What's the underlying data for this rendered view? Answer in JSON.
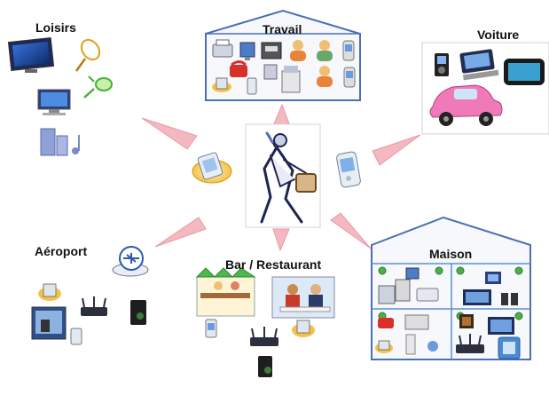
{
  "labels": {
    "loisirs": "Loisirs",
    "travail": "Travail",
    "voiture": "Voiture",
    "aeroport": "Aéroport",
    "bar": "Bar / Restaurant",
    "maison": "Maison"
  },
  "colors": {
    "arrow_fill": "#f4b8c0",
    "arrow_stroke": "#e79aa5",
    "house_stroke": "#4a6fb5",
    "house_fill": "#f6f8fc",
    "car": "#f07ab8",
    "router": "#2b2f3e",
    "pda": "#dfe6ee",
    "maison_grid": "#5a8fd0"
  },
  "icons": [
    "traveller-clipart",
    "pda-icon",
    "tablet-icon",
    "tv-icon",
    "tennis-racket-icon",
    "badminton-icon",
    "computer-icon",
    "music-icon",
    "phone-icon",
    "printer-icon",
    "user-icon",
    "gps-icon",
    "media-player-icon",
    "car-icon",
    "airplane-icon",
    "router-icon",
    "server-icon",
    "bar-icon",
    "restaurant-icon",
    "house-icon"
  ]
}
